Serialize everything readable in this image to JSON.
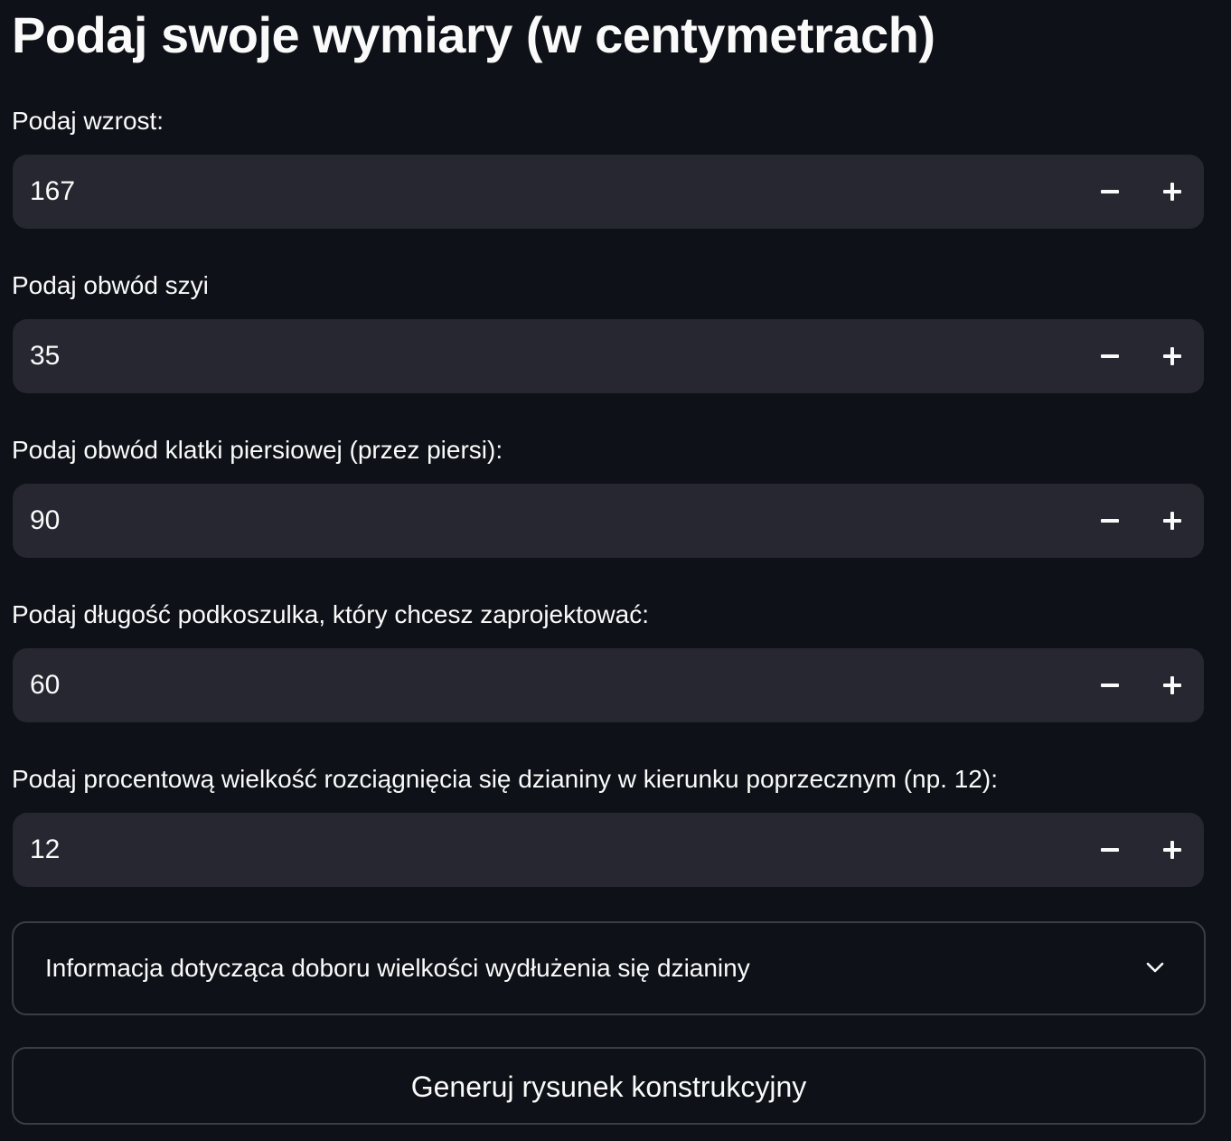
{
  "page_title": "Podaj swoje wymiary (w centymetrach)",
  "fields": [
    {
      "label": "Podaj wzrost:",
      "value": "167"
    },
    {
      "label": "Podaj obwód szyi",
      "value": "35"
    },
    {
      "label": "Podaj obwód klatki piersiowej (przez piersi):",
      "value": "90"
    },
    {
      "label": "Podaj długość podkoszulka, który chcesz zaprojektować:",
      "value": "60"
    },
    {
      "label": "Podaj procentową wielkość rozciągnięcia się dzianiny w kierunku poprzecznym (np. 12):",
      "value": "12"
    }
  ],
  "icons": {
    "decrement": "minus-icon",
    "increment": "plus-icon",
    "expander": "chevron-down-icon"
  },
  "expander": {
    "label": "Informacja dotycząca doboru wielkości wydłużenia się dzianiny",
    "expanded": false
  },
  "generate_button": {
    "label": "Generuj rysunek konstrukcyjny"
  },
  "colors": {
    "background": "#0e1117",
    "input_background": "#262730",
    "text": "#fafafa",
    "border": "#3a3d46"
  }
}
